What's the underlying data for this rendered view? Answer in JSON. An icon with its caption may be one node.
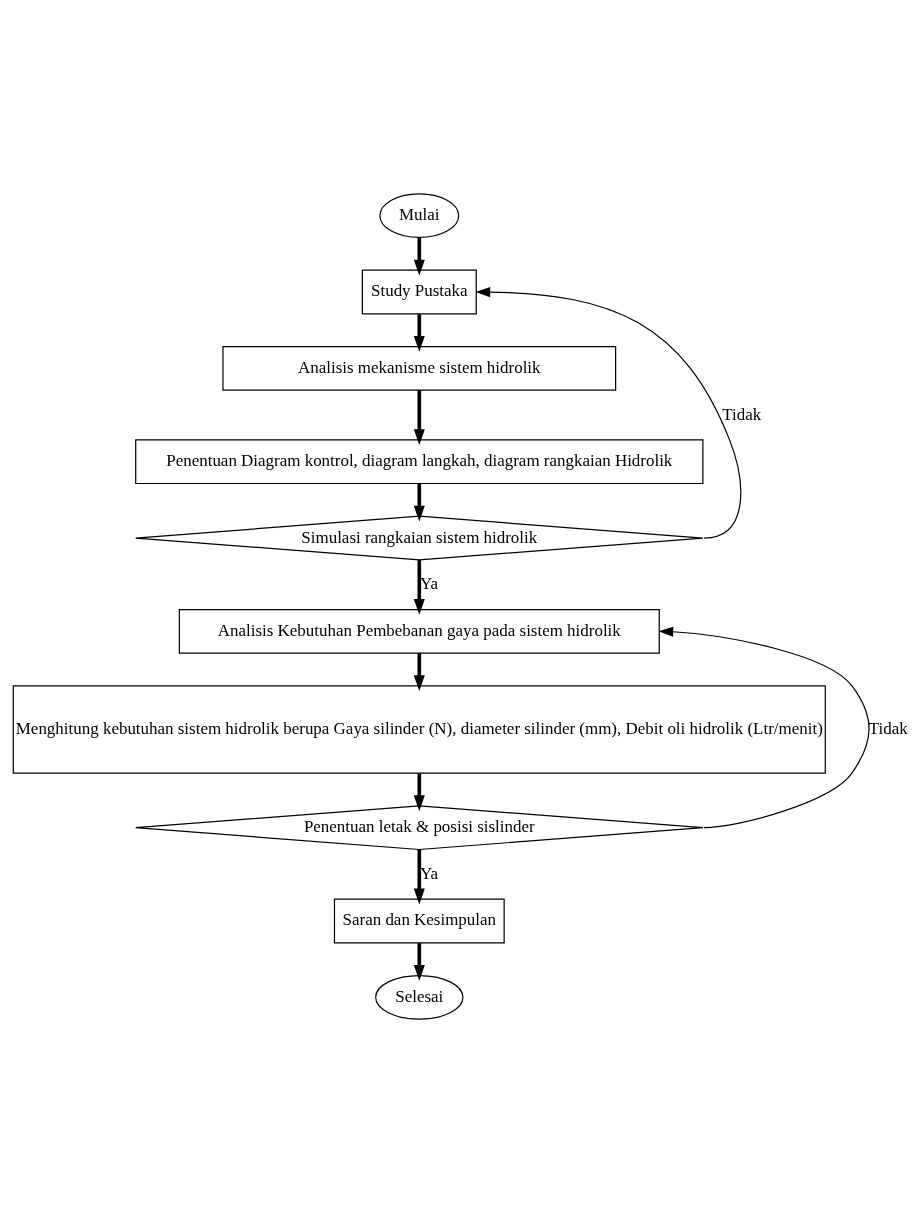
{
  "diagram": {
    "nodes": [
      {
        "text": [
          "Mulai"
        ]
      },
      {
        "text": [
          "Study Pustaka"
        ]
      },
      {
        "text": [
          "Analisis mekanisme sistem hidrolik"
        ]
      },
      {
        "text": [
          "Penentuan Diagram kontrol, diagram langkah, diagram rangkaian Hidrolik"
        ]
      },
      {
        "text": [
          "Simulasi rangkaian sistem hidrolik"
        ]
      },
      {
        "text": [
          "Analisis Kebutuhan Pembebanan gaya pada sistem hidrolik"
        ]
      },
      {
        "text": [
          "Menghitung kebutuhan sistem hidrolik berupa Gaya silinder (N), diameter silinder (mm), Debit oli hidrolik (Ltr/menit)"
        ]
      },
      {
        "text": [
          "Penentuan letak & posisi sislinder"
        ]
      },
      {
        "text": [
          "Saran dan Kesimpulan"
        ]
      },
      {
        "text": [
          "Selesai"
        ]
      }
    ],
    "edges": [
      {
        "from": 0,
        "to": 1,
        "arrow": "to"
      },
      {
        "from": 1,
        "to": 2,
        "arrow": "to"
      },
      {
        "from": 2,
        "to": 3,
        "arrow": "to"
      },
      {
        "from": 3,
        "to": 4,
        "arrow": "to"
      },
      {
        "from": 4,
        "to": 5,
        "arrow": "to",
        "label": "Ya"
      },
      {
        "from": 5,
        "to": 6,
        "arrow": "to"
      },
      {
        "from": 6,
        "to": 7,
        "arrow": "to"
      },
      {
        "from": 7,
        "to": 8,
        "arrow": "to",
        "label": "Ya"
      },
      {
        "from": 8,
        "to": 9,
        "arrow": "to"
      },
      {
        "from": 4,
        "to": 1,
        "arrow": "to",
        "label": "Tidak"
      },
      {
        "from": 7,
        "to": 5,
        "arrow": "to",
        "label": "Tidak"
      }
    ]
  }
}
